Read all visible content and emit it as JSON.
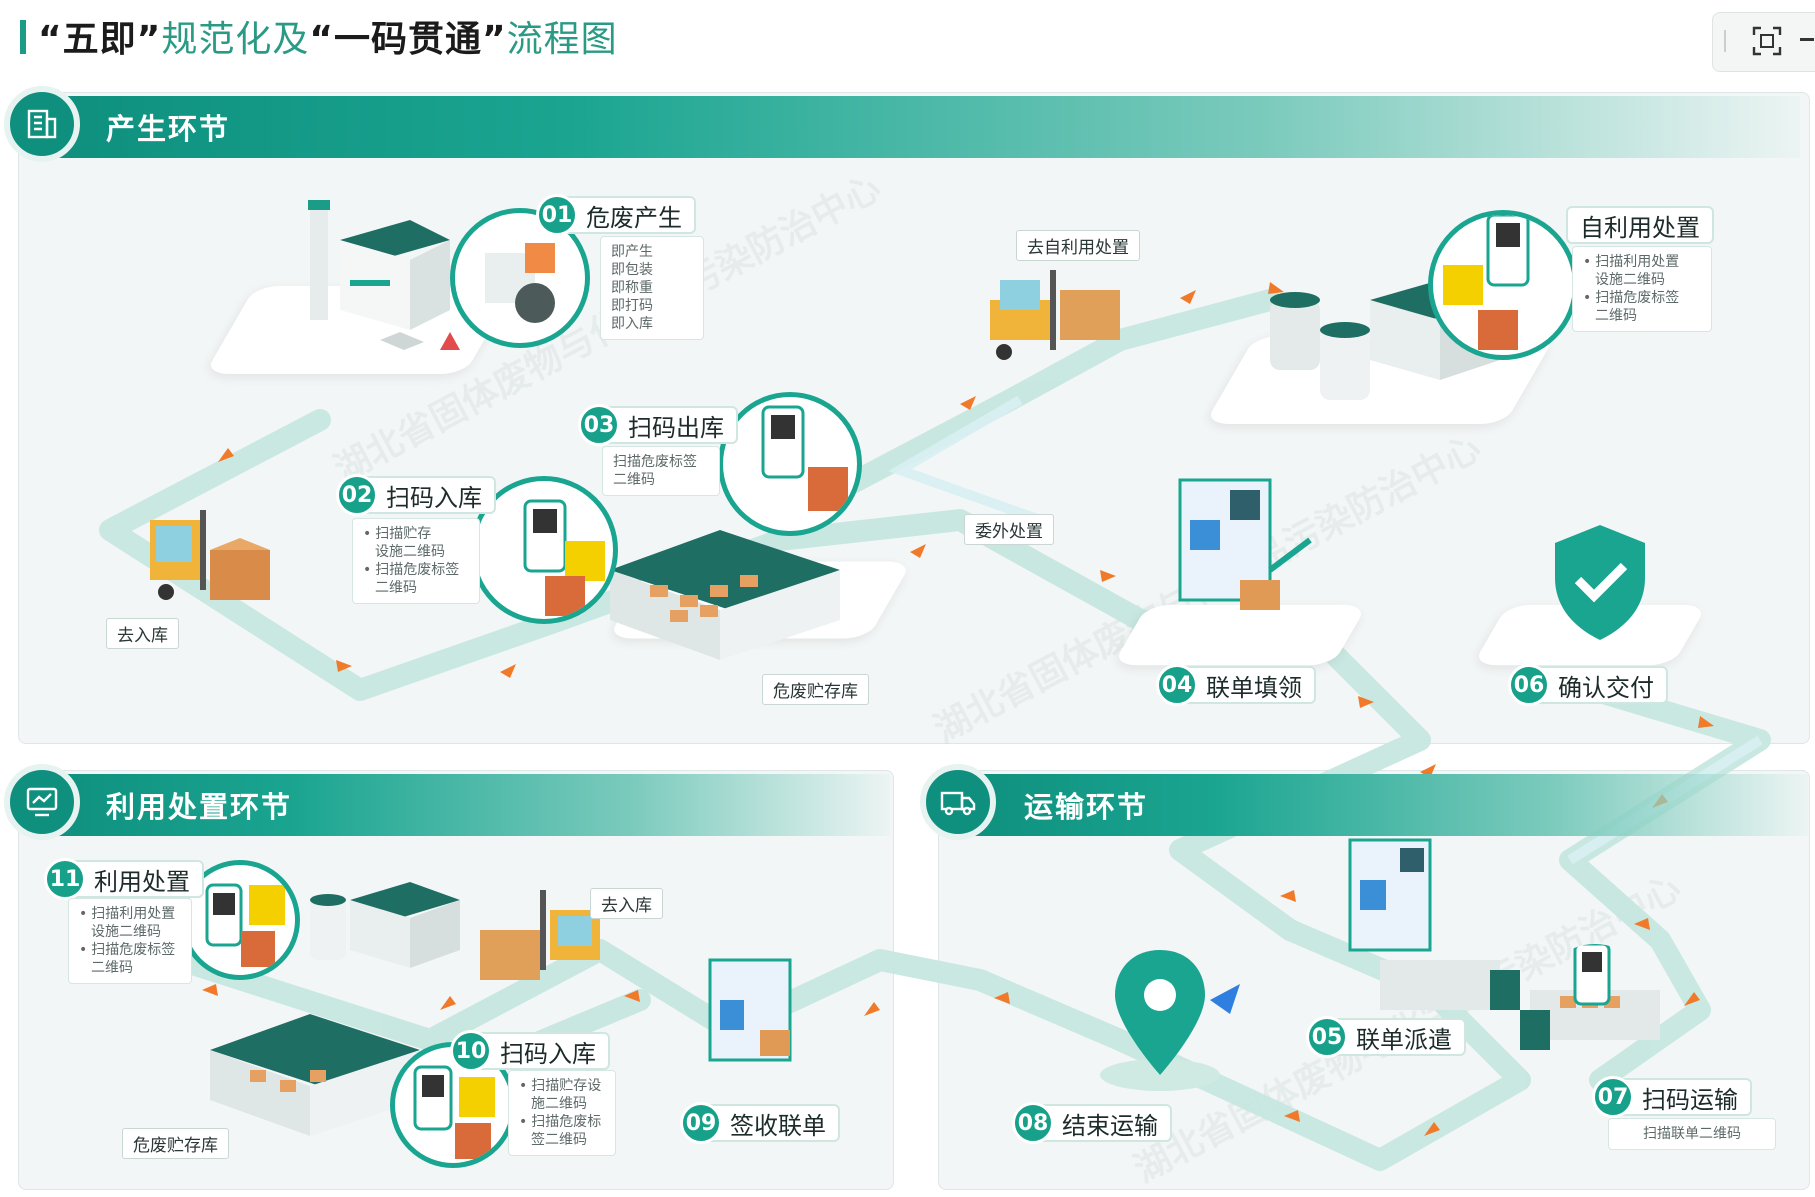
{
  "title": {
    "part1": "“五即”",
    "part2": "规范化及",
    "part3": "“一码贯通”",
    "part4": "流程图"
  },
  "sections": {
    "production": "产生环节",
    "disposal": "利用处置环节",
    "transport": "运输环节"
  },
  "steps": {
    "s01": {
      "num": "01",
      "name": "危废产生",
      "lines": [
        "即产生",
        "即包装",
        "即称重",
        "即打码",
        "即入库"
      ]
    },
    "s02": {
      "num": "02",
      "name": "扫码入库",
      "lines": [
        "扫描贮存",
        "设施二维码",
        "扫描危废标签",
        "二维码"
      ]
    },
    "s03": {
      "num": "03",
      "name": "扫码出库",
      "lines": [
        "扫描危废标签",
        "二维码"
      ]
    },
    "s04": {
      "num": "04",
      "name": "联单填领"
    },
    "s05": {
      "num": "05",
      "name": "联单派遣"
    },
    "s06": {
      "num": "06",
      "name": "确认交付"
    },
    "s07": {
      "num": "07",
      "name": "扫码运输",
      "lines": [
        "扫描联单二维码"
      ]
    },
    "s08": {
      "num": "08",
      "name": "结束运输"
    },
    "s09": {
      "num": "09",
      "name": "签收联单"
    },
    "s10": {
      "num": "10",
      "name": "扫码入库",
      "lines": [
        "扫描贮存设",
        "施二维码",
        "扫描危废标",
        "签二维码"
      ]
    },
    "s11": {
      "num": "11",
      "name": "利用处置",
      "lines": [
        "扫描利用处置",
        "设施二维码",
        "扫描危废标签",
        "二维码"
      ]
    },
    "self": {
      "name": "自利用处置",
      "lines": [
        "扫描利用处置",
        "设施二维码",
        "扫描危废标签",
        "二维码"
      ]
    }
  },
  "tags": {
    "to_storage": "去入库",
    "storage_1": "危废贮存库",
    "to_self": "去自利用处置",
    "outsource": "委外处置",
    "to_storage_2": "去入库",
    "storage_2": "危废贮存库"
  },
  "watermark": "湖北省固体废物与化学品污染防治中心",
  "colors": {
    "accent": "#1aa591",
    "dark": "#0f8f7e",
    "arrow": "#f07a2a",
    "road": "#bfe3dc"
  }
}
